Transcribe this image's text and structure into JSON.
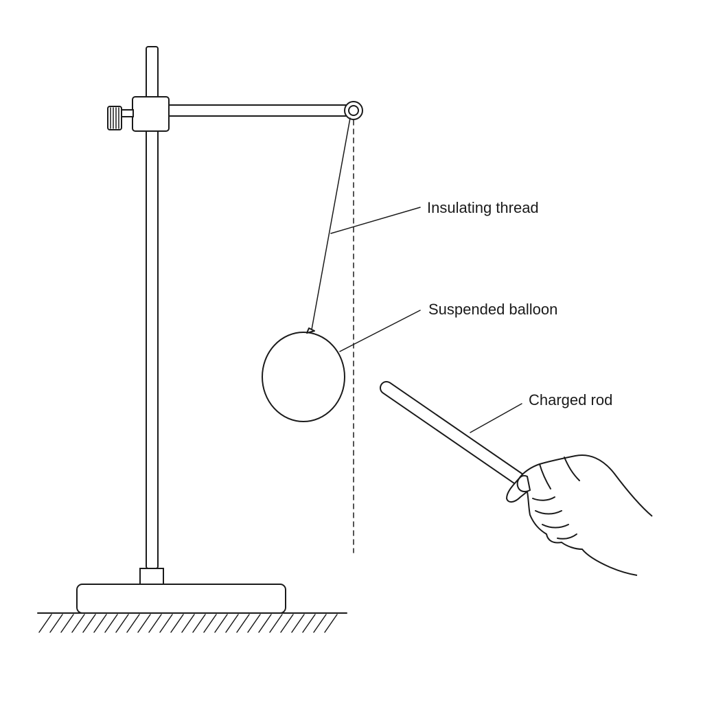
{
  "labels": {
    "thread": "Insulating thread",
    "balloon": "Suspended balloon",
    "rod": "Charged rod"
  },
  "colors": {
    "ink": "#1a1a1a",
    "background": "#ffffff"
  }
}
